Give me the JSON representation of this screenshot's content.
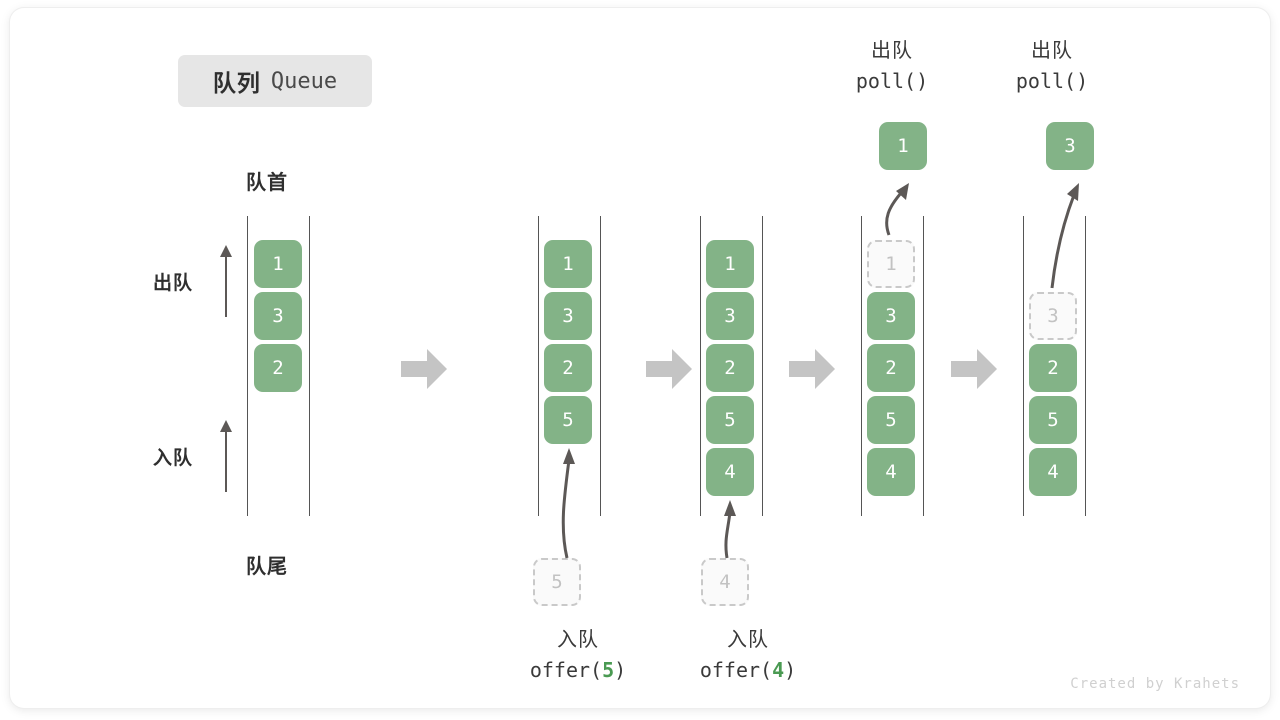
{
  "title": {
    "cn": "队列",
    "en": "Queue"
  },
  "labels": {
    "head": "队首",
    "tail": "队尾",
    "dequeue": "出队",
    "enqueue": "入队"
  },
  "colors": {
    "cell_green": "#83b387",
    "ghost_border": "#c9c9c9",
    "ghost_text": "#c2c2c2",
    "rail": "#555555",
    "step_arrow": "#c4c4c4",
    "curve_arrow": "#5c5856",
    "badge_bg": "#e6e6e6",
    "accent_number": "#4a9a52"
  },
  "operations": [
    {
      "id": "op-offer-5",
      "line1": "入队",
      "fn_prefix": "offer(",
      "fn_num": "5",
      "fn_suffix": ")"
    },
    {
      "id": "op-offer-4",
      "line1": "入队",
      "fn_prefix": "offer(",
      "fn_num": "4",
      "fn_suffix": ")"
    },
    {
      "id": "op-poll-1",
      "line1": "出队",
      "fn_prefix": "poll(",
      "fn_num": "",
      "fn_suffix": ")"
    },
    {
      "id": "op-poll-2",
      "line1": "出队",
      "fn_prefix": "poll(",
      "fn_num": "",
      "fn_suffix": ")"
    }
  ],
  "columns": [
    {
      "id": "state-initial",
      "cells": [
        {
          "value": "1",
          "ghost": false
        },
        {
          "value": "3",
          "ghost": false
        },
        {
          "value": "2",
          "ghost": false
        }
      ]
    },
    {
      "id": "state-after-offer-5",
      "cells": [
        {
          "value": "1",
          "ghost": false
        },
        {
          "value": "3",
          "ghost": false
        },
        {
          "value": "2",
          "ghost": false
        },
        {
          "value": "5",
          "ghost": false
        }
      ],
      "incoming": {
        "value": "5"
      }
    },
    {
      "id": "state-after-offer-4",
      "cells": [
        {
          "value": "1",
          "ghost": false
        },
        {
          "value": "3",
          "ghost": false
        },
        {
          "value": "2",
          "ghost": false
        },
        {
          "value": "5",
          "ghost": false
        },
        {
          "value": "4",
          "ghost": false
        }
      ],
      "incoming": {
        "value": "4"
      }
    },
    {
      "id": "state-after-poll-1",
      "cells": [
        {
          "value": "1",
          "ghost": true
        },
        {
          "value": "3",
          "ghost": false
        },
        {
          "value": "2",
          "ghost": false
        },
        {
          "value": "5",
          "ghost": false
        },
        {
          "value": "4",
          "ghost": false
        }
      ],
      "outgoing": {
        "value": "1"
      }
    },
    {
      "id": "state-after-poll-2",
      "cells": [
        {
          "value": "",
          "ghost": null
        },
        {
          "value": "3",
          "ghost": true
        },
        {
          "value": "2",
          "ghost": false
        },
        {
          "value": "5",
          "ghost": false
        },
        {
          "value": "4",
          "ghost": false
        }
      ],
      "outgoing": {
        "value": "3"
      }
    }
  ],
  "watermark": "Created by Krahets"
}
